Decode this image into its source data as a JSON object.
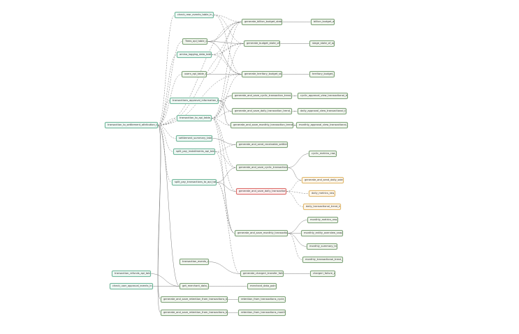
{
  "colors": {
    "sensor": "#6fb79d",
    "task": "#7fa27a",
    "upstream_failed": "#e7b86b",
    "failed": "#e06666",
    "edge": "#6d6d6d"
  },
  "nodes": [
    {
      "id": "n1",
      "label": "check_rear_events_table_in_sensor"
    },
    {
      "id": "n2",
      "label": "Trees_api_table_check"
    },
    {
      "id": "n3",
      "label": "amina_logging_data_table_check"
    },
    {
      "id": "n4",
      "label": "users_api_table_check"
    },
    {
      "id": "n5",
      "label": "transactions_approval_information_table_check"
    },
    {
      "id": "n6",
      "label": "transaction_to_api_table_check"
    },
    {
      "id": "n7",
      "label": "settlement_summary_table_check"
    },
    {
      "id": "n8",
      "label": "split_pay_installments_api_table_check"
    },
    {
      "id": "n9",
      "label": "split_pay_transactions_to_api_table_check"
    },
    {
      "id": "n10",
      "label": "transaction_to_settlement_attribution_table_check"
    },
    {
      "id": "n11",
      "label": "generate_billion_budget_state_report"
    },
    {
      "id": "n12",
      "label": "generate_budget_state_of_report"
    },
    {
      "id": "n13",
      "label": "generate_territory_budget_state_report"
    },
    {
      "id": "n14",
      "label": "generate_and_save_cyclic_transaction_trend_approval_trx"
    },
    {
      "id": "n15",
      "label": "generate_and_save_daily_transaction_trend_approval_trx"
    },
    {
      "id": "n16",
      "label": "generate_and_save_monthly_transaction_trend_approval_trx"
    },
    {
      "id": "n17",
      "label": "generate_and_send_receivable_settlement_report"
    },
    {
      "id": "n18",
      "label": "generate_and_save_cyclic_transaction_trend_trx"
    },
    {
      "id": "n19",
      "label": "generate_and_save_daily_transaction_trend_trx"
    },
    {
      "id": "n20",
      "label": "generate_and_save_monthly_transaction_trend_trx"
    },
    {
      "id": "n21",
      "label": "billion_budget_app"
    },
    {
      "id": "n22",
      "label": "stage_state_of_app"
    },
    {
      "id": "n23",
      "label": "territory_budget_app"
    },
    {
      "id": "n24",
      "label": "cyclic_approval_view_transactional_trend_app"
    },
    {
      "id": "n25",
      "label": "daily_approval_view_transactional_trend_app"
    },
    {
      "id": "n26",
      "label": "monthly_approval_view_transactional_trend_app"
    },
    {
      "id": "n27",
      "label": "cyclic_metrics_raw_app"
    },
    {
      "id": "n28",
      "label": "generate_and_send_daily_sales_email"
    },
    {
      "id": "n29",
      "label": "daily_metrics_raw_app"
    },
    {
      "id": "n30",
      "label": "daily_transactional_trend_trx_app"
    },
    {
      "id": "n31",
      "label": "monthly_metrics_raw_app"
    },
    {
      "id": "n32",
      "label": "monthly_entity_overview_snapshot_app"
    },
    {
      "id": "n33",
      "label": "monthly_summary_trx_app"
    },
    {
      "id": "n34",
      "label": "monthly_transactional_trend_trx_app"
    },
    {
      "id": "n35",
      "label": "transaction_events_check"
    },
    {
      "id": "n36",
      "label": "generate_chargeri_transfer_failure_report"
    },
    {
      "id": "n37",
      "label": "chargeri_failure_app"
    },
    {
      "id": "n38",
      "label": "transaction_refunds_api_table_check"
    },
    {
      "id": "n39",
      "label": "check_user_approval_events_in_sensor"
    },
    {
      "id": "n40",
      "label": "get_merchant_data_point"
    },
    {
      "id": "n41",
      "label": "merchant_data_point_app"
    },
    {
      "id": "n42",
      "label": "generate_and_save_retention_from_transactions_by_cycle_data"
    },
    {
      "id": "n43",
      "label": "retention_from_transactions_cycle_data_app"
    },
    {
      "id": "n44",
      "label": "generate_and_save_retention_from_transactions_by_month_data"
    },
    {
      "id": "n45",
      "label": "retention_from_transactions_month_data_app"
    }
  ],
  "edges": [
    [
      "n1",
      "n11",
      1
    ],
    [
      "n1",
      "n12",
      1
    ],
    [
      "n1",
      "n13",
      1
    ],
    [
      "n2",
      "n11",
      0
    ],
    [
      "n2",
      "n12",
      0
    ],
    [
      "n2",
      "n13",
      0
    ],
    [
      "n3",
      "n11",
      1
    ],
    [
      "n3",
      "n12",
      1
    ],
    [
      "n3",
      "n13",
      1
    ],
    [
      "n4",
      "n11",
      1
    ],
    [
      "n4",
      "n13",
      0
    ],
    [
      "n5",
      "n14",
      0
    ],
    [
      "n5",
      "n15",
      0
    ],
    [
      "n5",
      "n16",
      0
    ],
    [
      "n6",
      "n14",
      1
    ],
    [
      "n6",
      "n15",
      1
    ],
    [
      "n6",
      "n16",
      1
    ],
    [
      "n6",
      "n11",
      1
    ],
    [
      "n6",
      "n13",
      1
    ],
    [
      "n6",
      "n12",
      1
    ],
    [
      "n6",
      "n18",
      1
    ],
    [
      "n6",
      "n19",
      1
    ],
    [
      "n6",
      "n20",
      1
    ],
    [
      "n7",
      "n17",
      0
    ],
    [
      "n8",
      "n17",
      1
    ],
    [
      "n8",
      "n18",
      1
    ],
    [
      "n8",
      "n20",
      1
    ],
    [
      "n9",
      "n18",
      0
    ],
    [
      "n9",
      "n19",
      0
    ],
    [
      "n9",
      "n20",
      1
    ],
    [
      "n9",
      "n36",
      1
    ],
    [
      "n10",
      "n1",
      1
    ],
    [
      "n10",
      "n2",
      1
    ],
    [
      "n10",
      "n3",
      1
    ],
    [
      "n10",
      "n4",
      1
    ],
    [
      "n10",
      "n5",
      1
    ],
    [
      "n10",
      "n6",
      1
    ],
    [
      "n10",
      "n7",
      1
    ],
    [
      "n10",
      "n8",
      1
    ],
    [
      "n10",
      "n9",
      1
    ],
    [
      "n10",
      "n11",
      1
    ],
    [
      "n10",
      "n12",
      1
    ],
    [
      "n10",
      "n13",
      1
    ],
    [
      "n10",
      "n40",
      0
    ],
    [
      "n10",
      "n42",
      0
    ],
    [
      "n10",
      "n44",
      0
    ],
    [
      "n38",
      "n40",
      0
    ],
    [
      "n39",
      "n40",
      0
    ],
    [
      "n11",
      "n21",
      0
    ],
    [
      "n12",
      "n22",
      0
    ],
    [
      "n13",
      "n23",
      0
    ],
    [
      "n14",
      "n24",
      0
    ],
    [
      "n15",
      "n25",
      0
    ],
    [
      "n16",
      "n26",
      0
    ],
    [
      "n18",
      "n27",
      0
    ],
    [
      "n18",
      "n28",
      0
    ],
    [
      "n19",
      "n28",
      1
    ],
    [
      "n19",
      "n29",
      1
    ],
    [
      "n19",
      "n30",
      1
    ],
    [
      "n20",
      "n31",
      0
    ],
    [
      "n20",
      "n32",
      0
    ],
    [
      "n20",
      "n33",
      0
    ],
    [
      "n20",
      "n34",
      1
    ],
    [
      "n35",
      "n36",
      0
    ],
    [
      "n36",
      "n37",
      0
    ],
    [
      "n40",
      "n41",
      0
    ],
    [
      "n42",
      "n43",
      0
    ],
    [
      "n44",
      "n45",
      0
    ]
  ]
}
